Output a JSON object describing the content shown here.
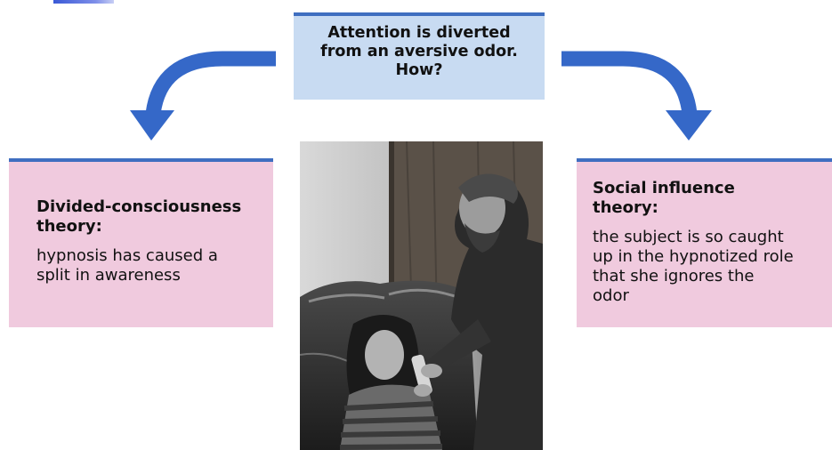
{
  "question": {
    "lines": [
      "Attention is diverted",
      "from an aversive odor.",
      "How?"
    ]
  },
  "left_theory": {
    "title_lines": [
      "Divided-consciousness",
      "theory:"
    ],
    "body_lines": [
      "hypnosis has caused a",
      "split in awareness"
    ]
  },
  "right_theory": {
    "title_lines": [
      "Social influence",
      "theory:"
    ],
    "body_lines": [
      "the subject is so caught",
      "up in the hypnotized role",
      "that she ignores the",
      "odor"
    ]
  },
  "colors": {
    "top_box": "#c8dbf2",
    "side_box": "#f0cade",
    "border": "#3f6ec0",
    "arrow": "#3568c8"
  },
  "photo": {
    "icon": "photo-hypnosis-subject-icon"
  }
}
